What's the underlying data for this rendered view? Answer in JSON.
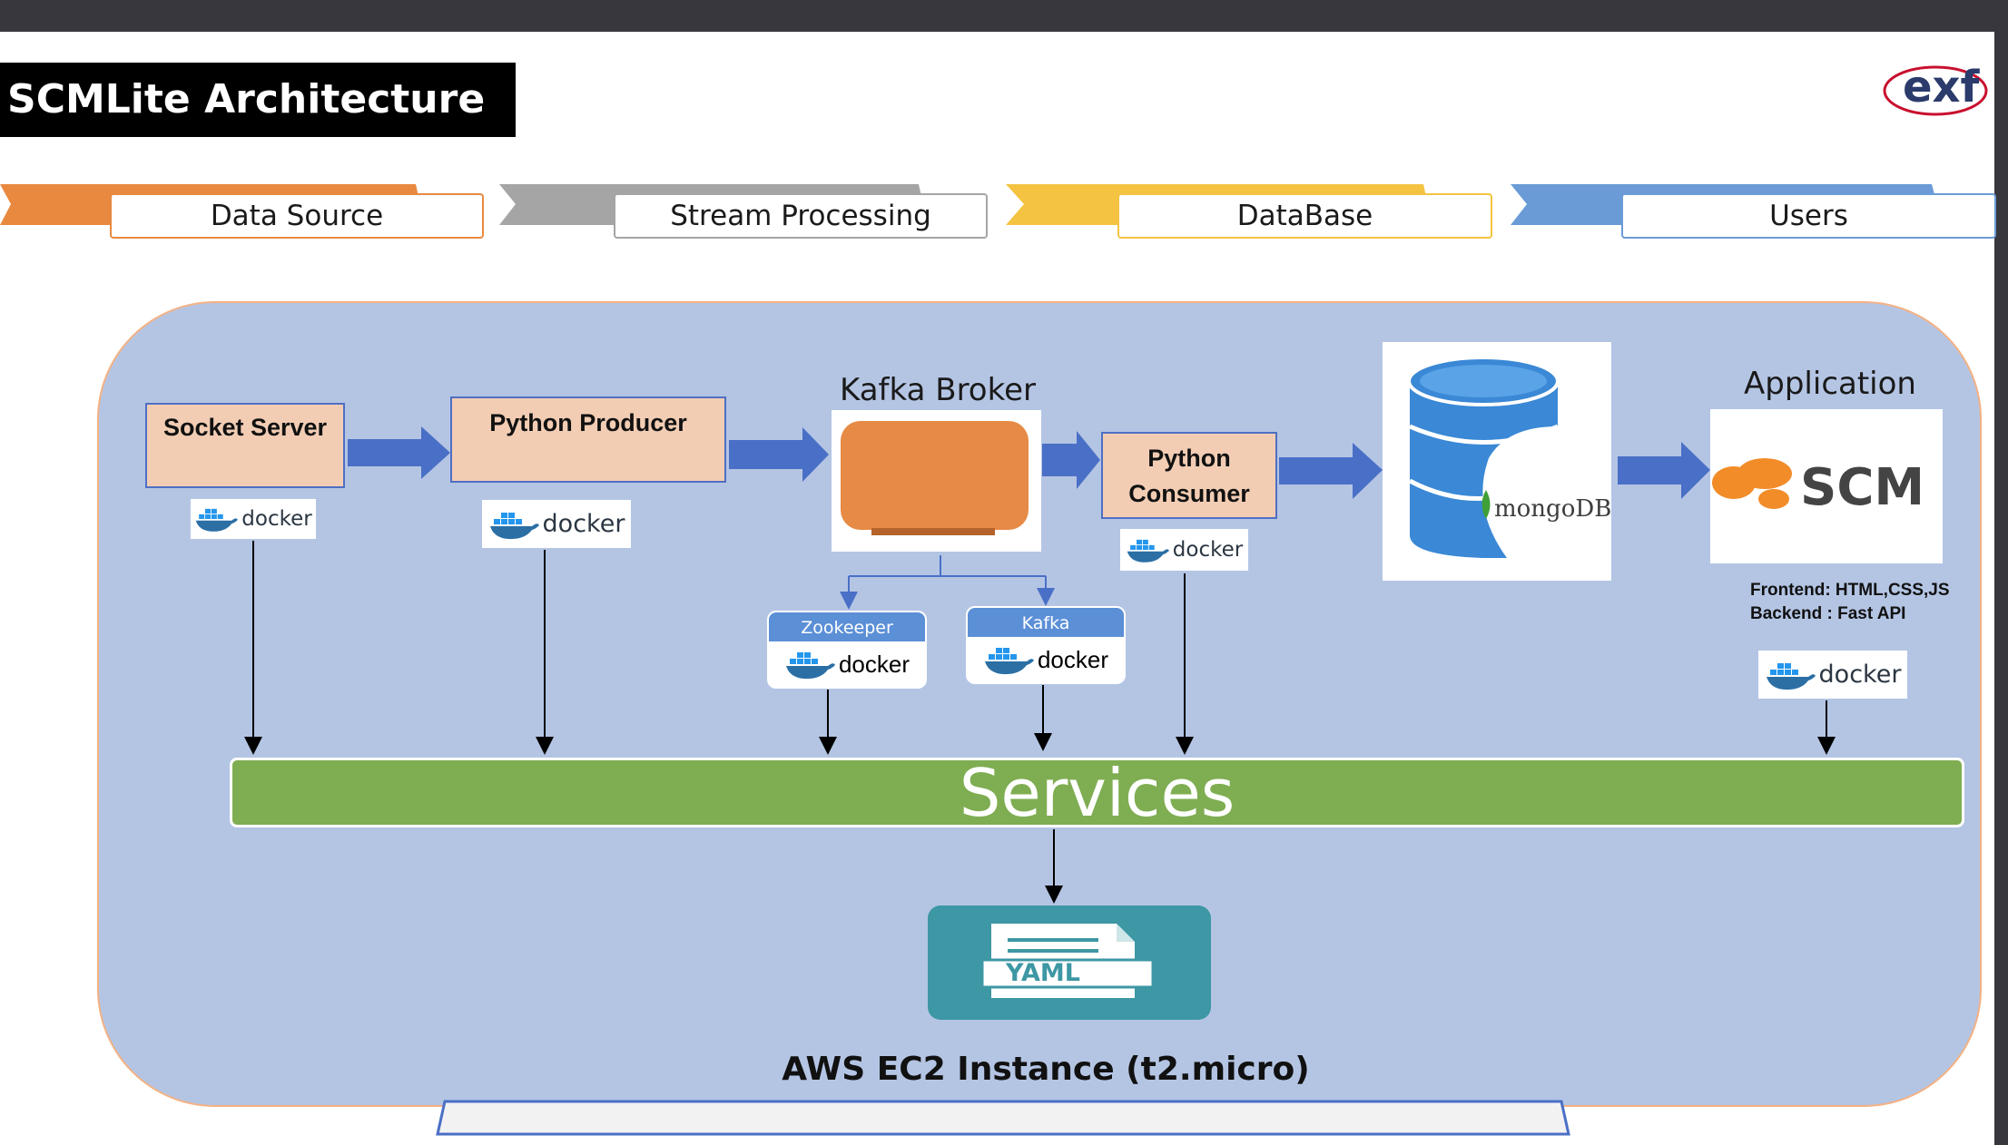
{
  "title": "SCMLite Architecture",
  "logo_text": "exf",
  "stages": [
    {
      "label": "Data Source",
      "color": "#e8893f"
    },
    {
      "label": "Stream Processing",
      "color": "#a5a5a5"
    },
    {
      "label": "DataBase",
      "color": "#f5c342"
    },
    {
      "label": "Users",
      "color": "#6a9bd6"
    }
  ],
  "nodes": {
    "socket_server": "Socket Server",
    "python_producer": "Python Producer",
    "kafka_broker": "Kafka Broker",
    "python_consumer_line1": "Python",
    "python_consumer_line2": "Consumer",
    "mongodb": "mongoDB",
    "application": "Application",
    "scm": "SCM",
    "zookeeper": "Zookeeper",
    "kafka": "Kafka",
    "frontend": "Frontend: HTML,CSS,JS",
    "backend": "Backend : Fast API",
    "services": "Services",
    "yaml": "YAML",
    "aws": "AWS EC2 Instance (t2.micro)"
  },
  "docker_text": "docker",
  "colors": {
    "region_fill": "#b4c5e4",
    "arrow_blue": "#4a6fc6",
    "services_green": "#7fad52",
    "kafka_orange": "#e68a45",
    "mongo_blue": "#3a88d6"
  }
}
